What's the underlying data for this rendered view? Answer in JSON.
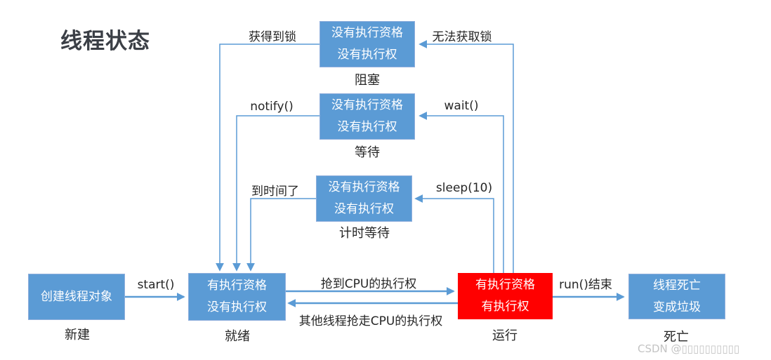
{
  "title": "线程状态",
  "colors": {
    "box_blue": "#5B9BD5",
    "box_border": "#8FAEDC",
    "running_red": "#FF0000",
    "arrow_blue": "#5B9BD5",
    "title_color": "#3B3F46",
    "label_color": "#262626",
    "watermark_color": "#C4C4C4"
  },
  "states": {
    "blocked": {
      "lines": [
        "没有执行资格",
        "没有执行权"
      ],
      "label": "阻塞"
    },
    "waiting": {
      "lines": [
        "没有执行资格",
        "没有执行权"
      ],
      "label": "等待"
    },
    "timed_waiting": {
      "lines": [
        "没有执行资格",
        "没有执行权"
      ],
      "label": "计时等待"
    },
    "new": {
      "lines": [
        "创建线程对象"
      ],
      "label": "新建"
    },
    "ready": {
      "lines": [
        "有执行资格",
        "没有执行权"
      ],
      "label": "就绪"
    },
    "running": {
      "lines": [
        "有执行资格",
        "有执行权"
      ],
      "label": "运行"
    },
    "dead": {
      "lines": [
        "线程死亡",
        "变成垃圾"
      ],
      "label": "死亡"
    }
  },
  "transitions": {
    "got_lock": "获得到锁",
    "cannot_get_lock": "无法获取锁",
    "notify": "notify()",
    "wait": "wait()",
    "time_up": "到时间了",
    "sleep": "sleep(10)",
    "start": "start()",
    "grab_cpu": "抢到CPU的执行权",
    "lose_cpu": "其他线程抢走CPU的执行权",
    "run_end": "run()结束"
  },
  "watermark": "CSDN @▯▯▯▯▯▯▯▯▯▯"
}
